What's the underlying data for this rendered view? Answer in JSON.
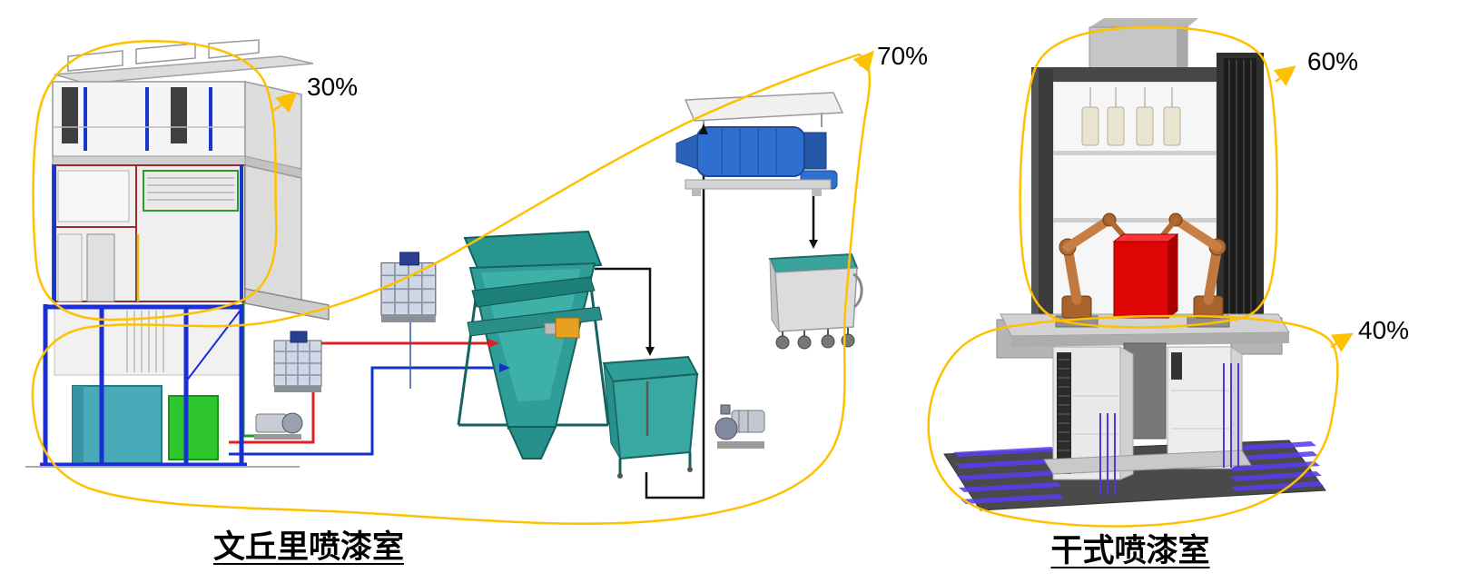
{
  "diagram": {
    "venturi_booth": {
      "label": "文丘里喷漆室",
      "booth_share": "30%",
      "treatment_share": "70%"
    },
    "dry_booth": {
      "label": "干式喷漆室",
      "booth_share": "60%",
      "treatment_share": "40%"
    },
    "colors": {
      "annotation_gold": "#FFC000",
      "equipment_teal": "#2F9E98",
      "frame_blue": "#1A2FD4",
      "centrifuge_blue": "#2F6FD0",
      "robot_orange": "#C07840",
      "workpiece_red": "#DD0505",
      "tank_green": "#2EC82E",
      "floor_purple": "#5A3CF0",
      "pipe_red": "#E02020",
      "pipe_blue": "#1133CC",
      "pipe_green": "#16A016"
    }
  }
}
